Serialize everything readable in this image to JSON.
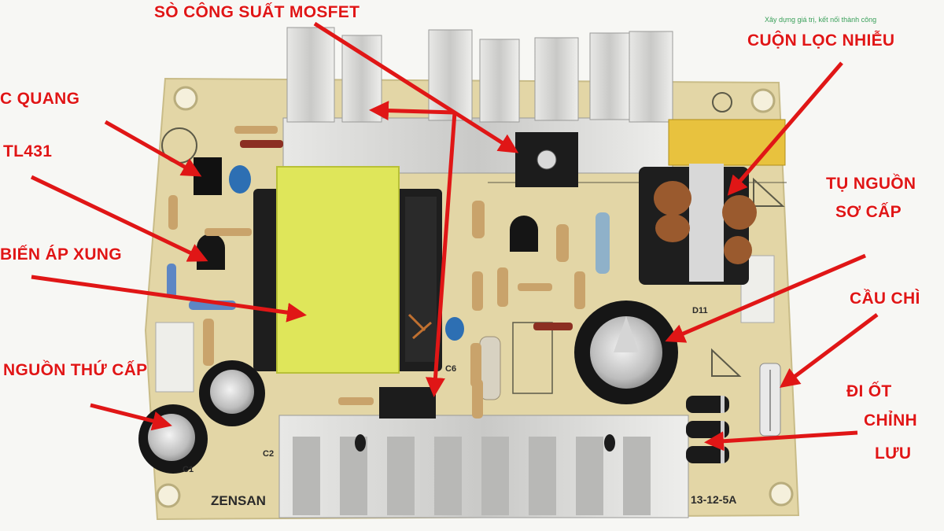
{
  "labels": {
    "mosfet": "SÒ CÔNG SUẤT MOSFET",
    "filter_coil": "CUỘN LỌC NHIỄU",
    "optocoupler": "C QUANG",
    "tl431": "TL431",
    "primary_cap_line1": "TỤ NGUỒN",
    "primary_cap_line2": "SƠ CẤP",
    "transformer": "BIẾN ÁP XUNG",
    "fuse": "CẦU CHÌ",
    "secondary": "NGUỒN THỨ CẤP",
    "diode_line1": "ĐI ỐT",
    "diode_line2": "CHỈNH",
    "diode_line3": "LƯU"
  },
  "watermark": "Xây dựng giá trị, kết nối thành công",
  "board": {
    "brand": "ZENSAN",
    "model": "13-12-5A",
    "silk_c1": "C1",
    "silk_c2": "C2",
    "silk_c6": "C6",
    "silk_d11": "D11"
  },
  "colors": {
    "label": "#e01616",
    "arrow": "#e01616",
    "pcb": "#e3d6a6",
    "heatsink": "#d4d4d2",
    "transformer_core": "#dfe65a"
  }
}
